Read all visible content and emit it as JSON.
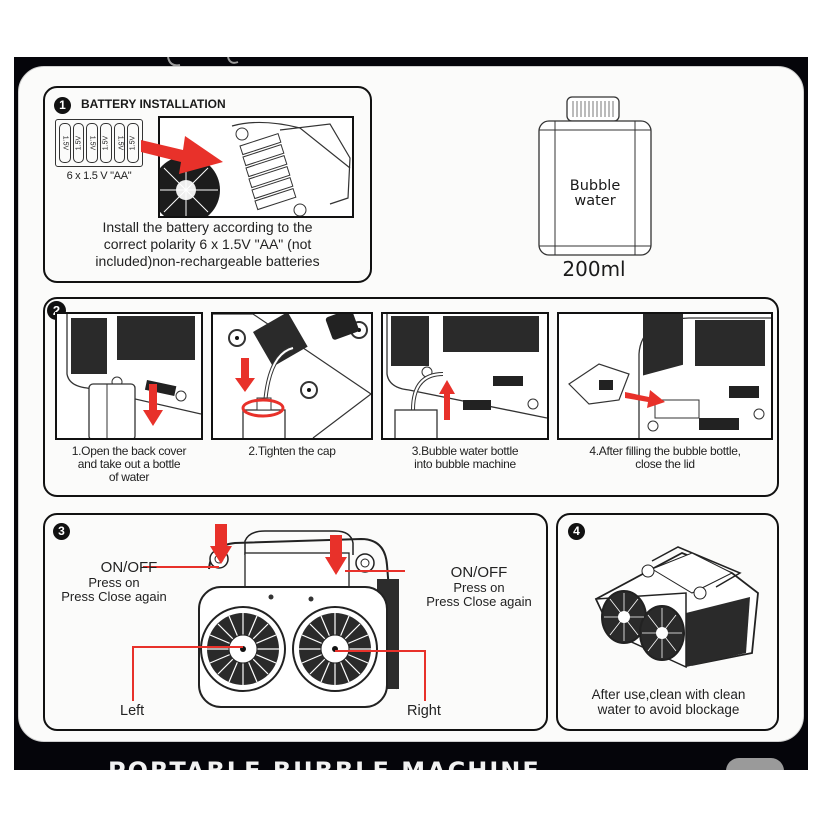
{
  "sections": {
    "battery": {
      "number": "1",
      "title": "BATTERY INSTALLATION",
      "battery_labels": [
        "1.5V",
        "1.5V",
        "1.5V",
        "1.5V",
        "1.5V",
        "1.5V"
      ],
      "battery_pack_caption": "6 x 1.5 V \"AA\"",
      "instruction_lines": [
        "Install the battery according to the",
        "correct polarity 6 x 1.5V \"AA\" (not",
        "included)non-rechargeable batteries"
      ]
    },
    "bottle": {
      "label_lines": [
        "Bubble",
        "water"
      ],
      "volume": "200ml"
    },
    "refill": {
      "number": "2",
      "steps": [
        {
          "lines": [
            "1.Open the back cover",
            "and take out a bottle",
            "of water"
          ]
        },
        {
          "lines": [
            "2.Tighten the cap"
          ]
        },
        {
          "lines": [
            "3.Bubble water bottle",
            "into bubble machine"
          ]
        },
        {
          "lines": [
            "4.After filling the bubble bottle,",
            "close the lid"
          ]
        }
      ]
    },
    "operation": {
      "number": "3",
      "left_switch": {
        "title": "ON/OFF",
        "line1": "Press on",
        "line2": "Press Close again"
      },
      "right_switch": {
        "title": "ON/OFF",
        "line1": "Press on",
        "line2": "Press Close again"
      },
      "left_label": "Left",
      "right_label": "Right"
    },
    "cleaning": {
      "number": "4",
      "instruction_lines": [
        "After use,clean with clean",
        "water to avoid blockage"
      ]
    }
  },
  "banner": {
    "title": "PORTABLE BUBBLE MACHINE"
  },
  "colors": {
    "accent_red": "#e8312a",
    "ink": "#111111",
    "frame": "#05050a",
    "paper": "#fbfbfa"
  }
}
